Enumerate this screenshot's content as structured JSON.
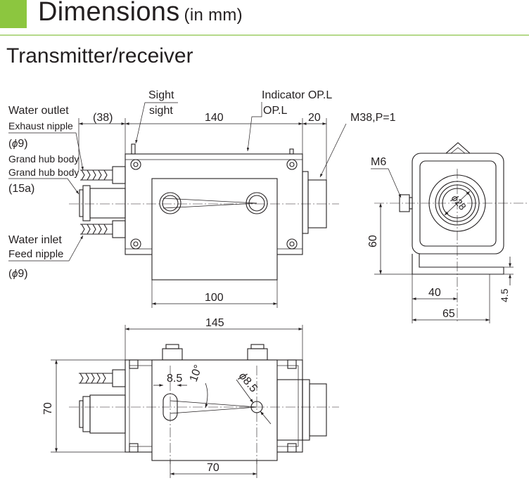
{
  "header": {
    "title": "Dimensions",
    "unit": "(in mm)",
    "accent_color": "#8cc63f",
    "rule_color": "#b5d98a"
  },
  "section": {
    "title": "Transmitter/receiver"
  },
  "side_view": {
    "labels": {
      "sight_line1": "Sight",
      "sight_line2": "sight",
      "indicator_line1": "Indicator OP.L",
      "indicator_line2": "OP.L",
      "water_outlet_line1": "Water outlet",
      "water_outlet_line2": "Exhaust nipple",
      "outlet_dia": "9",
      "grand_hub_line1": "Grand hub body",
      "grand_hub_line2": "Grand hub body",
      "grand_hub_size": "(15a)",
      "water_inlet_line1": "Water inlet",
      "water_inlet_line2": "Feed nipple",
      "inlet_dia": "9",
      "thread": "M38,P=1"
    },
    "dimensions": {
      "left_offset": "(38)",
      "body_length": "140",
      "lens_length": "20",
      "plate_width": "100"
    }
  },
  "end_view": {
    "labels": {
      "bolt": "M6",
      "lens_dia": "28"
    },
    "dimensions": {
      "height": "60",
      "bracket_offset": "40",
      "base_width": "65",
      "thickness": "4.5"
    }
  },
  "top_view": {
    "dimensions": {
      "overall_length": "145",
      "width": "70",
      "hole_spacing": "70",
      "slot_width": "8.5",
      "slot_angle": "10°",
      "hole_dia": "8.5"
    }
  }
}
